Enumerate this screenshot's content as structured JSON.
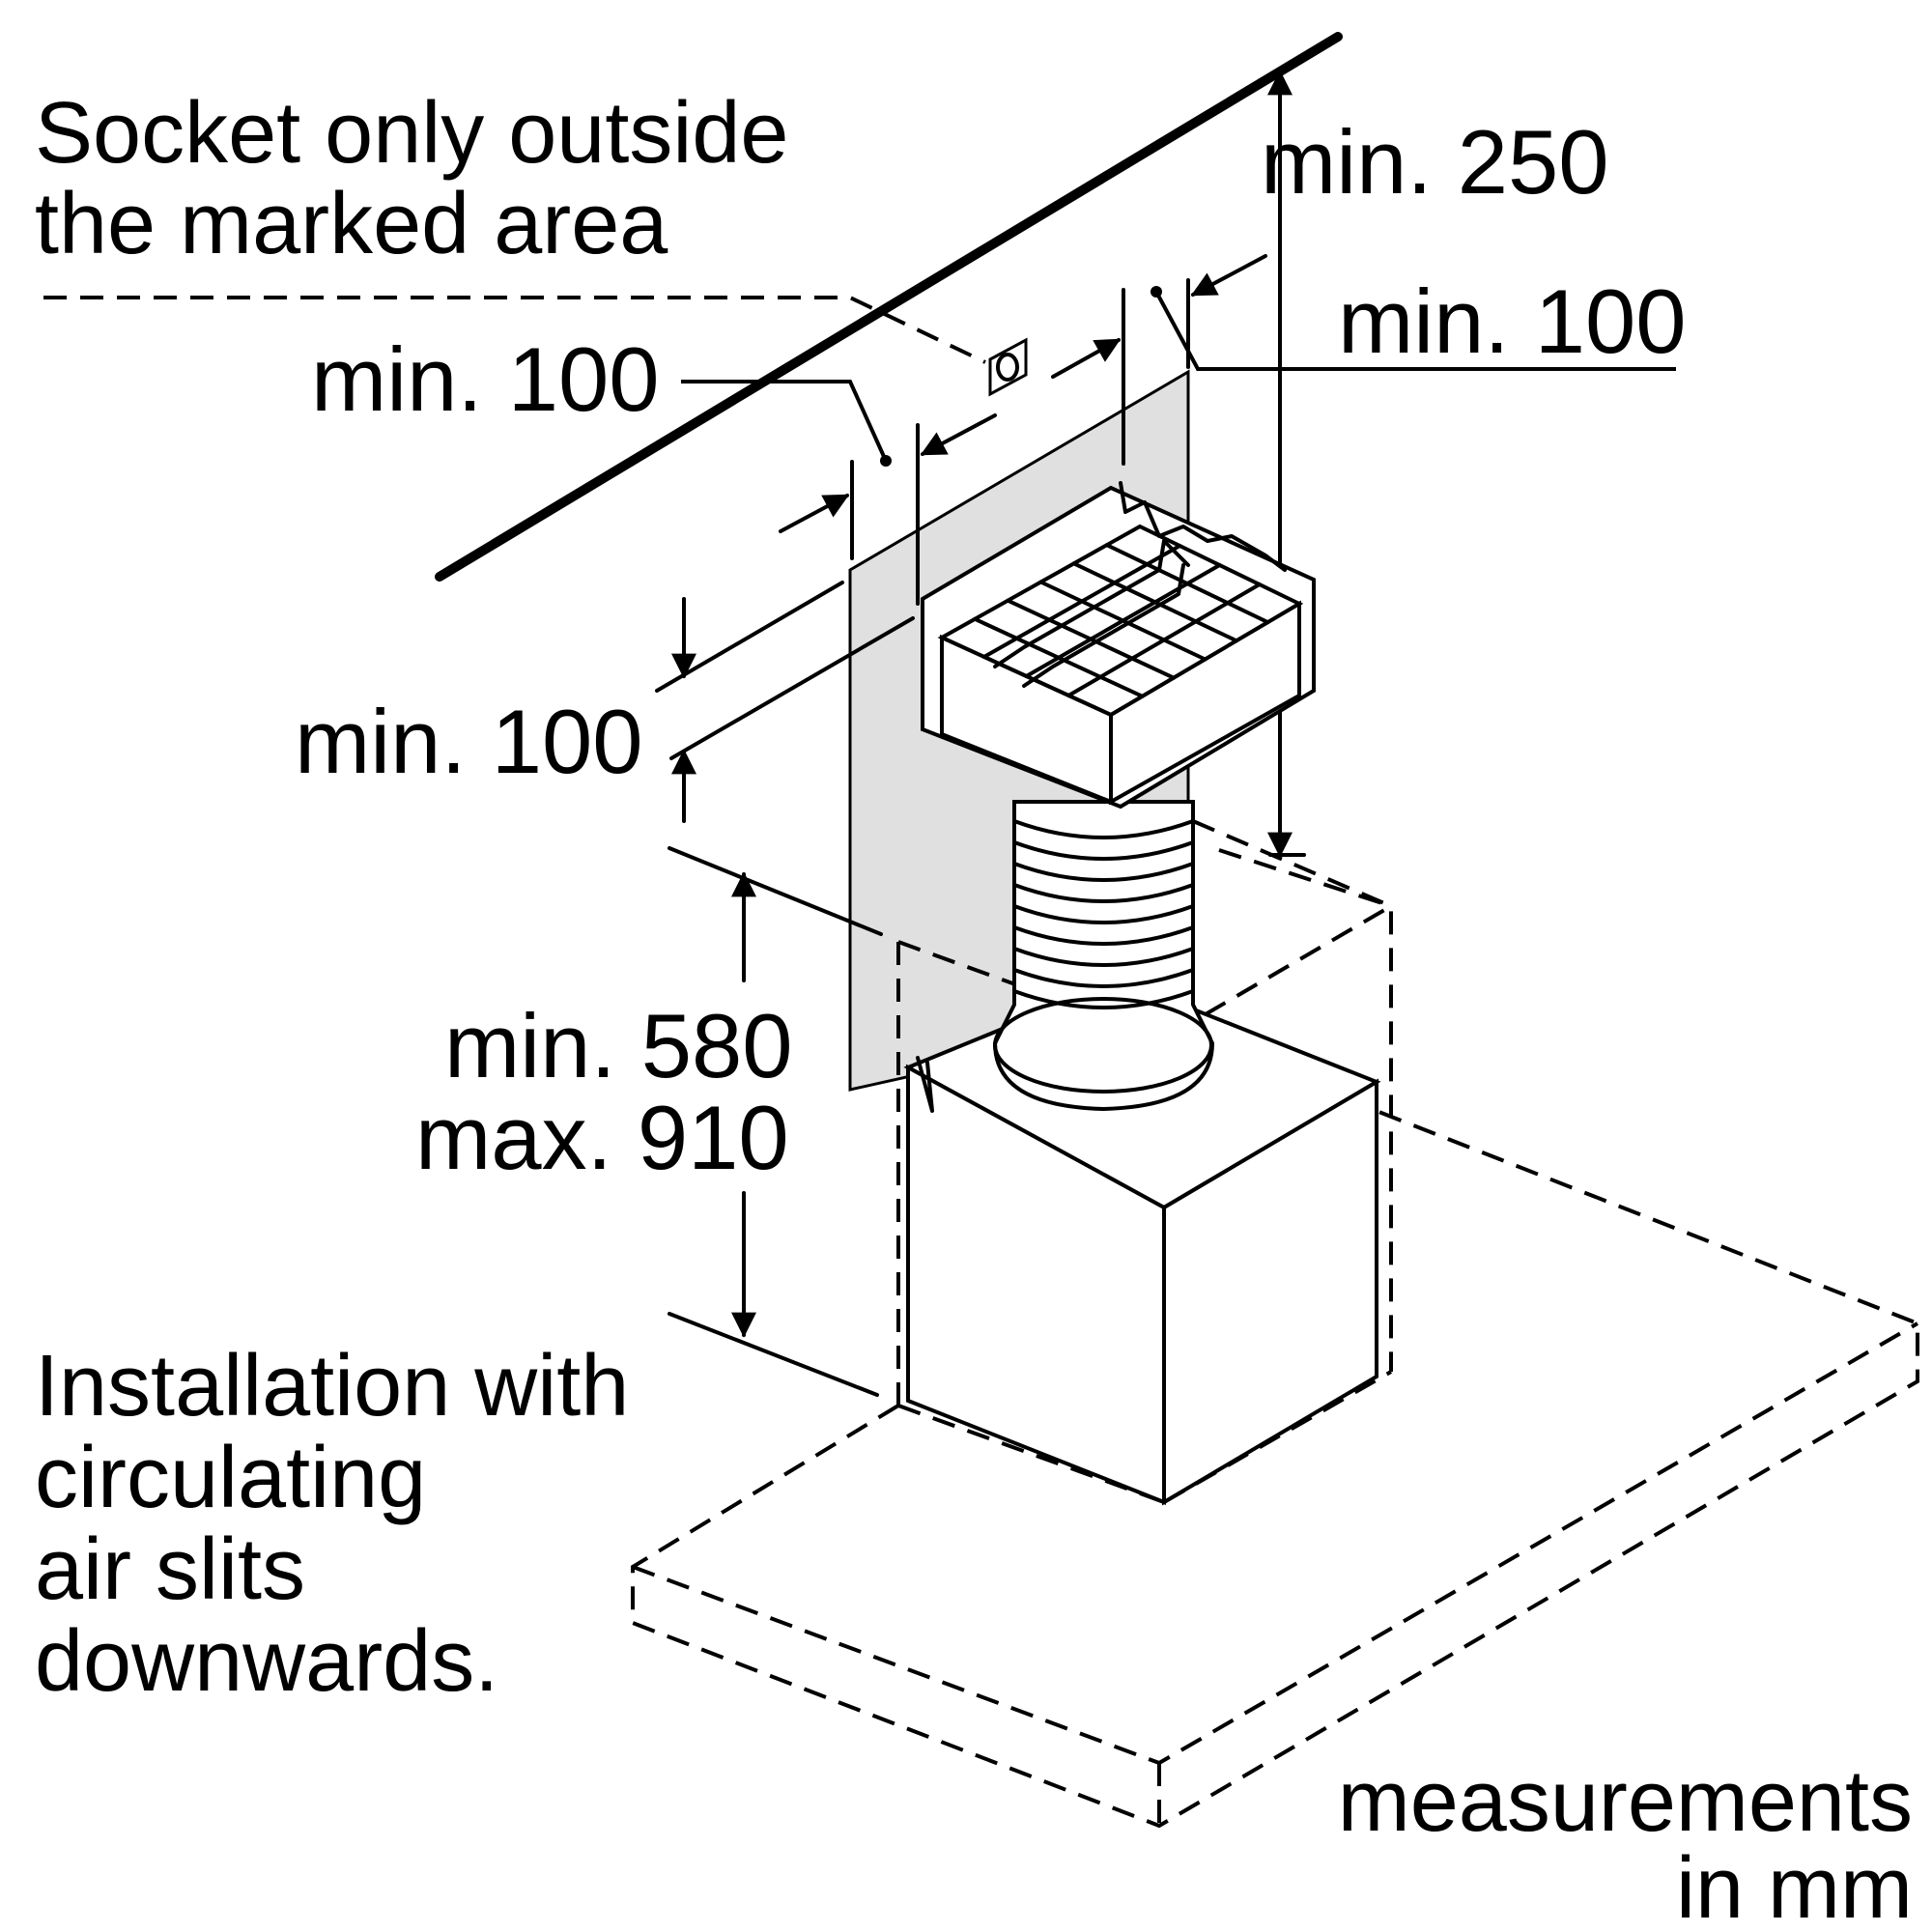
{
  "notes": {
    "socket": [
      "Socket only outside",
      "the marked area"
    ],
    "installation": [
      "Installation with",
      "circulating",
      "air slits",
      "downwards."
    ],
    "units": [
      "measurements",
      "in mm"
    ]
  },
  "dimensions": {
    "top_right_vertical": "min. 250",
    "right_horizontal": "min. 100",
    "left_horizontal": "min. 100",
    "front_vertical": "min. 100",
    "height_min": "min. 580",
    "height_max": "max. 910"
  },
  "icons": [
    "socket-icon",
    "filter-grid-icon",
    "flexible-duct-icon",
    "hood-chimney-icon",
    "hood-canopy-icon",
    "arrow-icon"
  ],
  "colors": {
    "marked_area": "#e0e0e0",
    "line": "#000000",
    "background": "#ffffff"
  }
}
